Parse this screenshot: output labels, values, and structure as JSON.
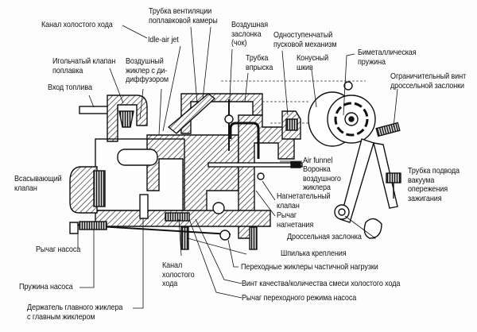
{
  "diagram": {
    "subject": "Carburetor cross-section",
    "labels": {
      "idle_channel_top": "Канал холостого хода",
      "idle_air_jet": "Idle-air jet",
      "float_vent_tube": "Трубка вентиляции\nпоплавковой камеры",
      "choke": "Воздушная\nзаслонка\n(чок)",
      "single_stage_starter": "Одноступенчатый\nпусковой механизм",
      "injection_tube": "Трубка\nвпрыска",
      "cone_pulley": "Конусный\nшкив",
      "bimetal_spring": "Биметаллическая\nпружина",
      "throttle_stop_screw": "Ограничительный винт\nдроссельной заслонки",
      "float_needle_valve": "Игольчатый клапан\nпоплавка",
      "air_jet_diffuser": "Воздушный\nжиклер с ди-\nдиффузором",
      "fuel_inlet": "Вход топлива",
      "air_funnel": "Air funnel",
      "air_jet_funnel": "Воронка\nвоздушного\nжиклера",
      "vacuum_advance_tube": "Трубка подвода\nвакуума\nопережения\nзажигания",
      "intake_valve": "Всасывающий\nклапан",
      "discharge_valve": "Нагнетательный\nклапан",
      "discharge_lever": "Рычаг\nнагнетания",
      "throttle_valve": "Дроссельная заслонка",
      "mounting_stud": "Шпилька крепления",
      "pump_lever": "Рычаг насоса",
      "idle_channel_bottom": "Канал\nхолостого\nхода",
      "partial_load_jets": "Переходные жиклеры частичной нагрузки",
      "pump_spring": "Пружина насоса",
      "idle_mixture_screw": "Винт качества/количества смеси холостого хода",
      "main_jet_holder": "Держатель главного жиклера\nс главным жиклером",
      "pump_transition_lever": "Рычаг переходного режима насоса"
    }
  }
}
